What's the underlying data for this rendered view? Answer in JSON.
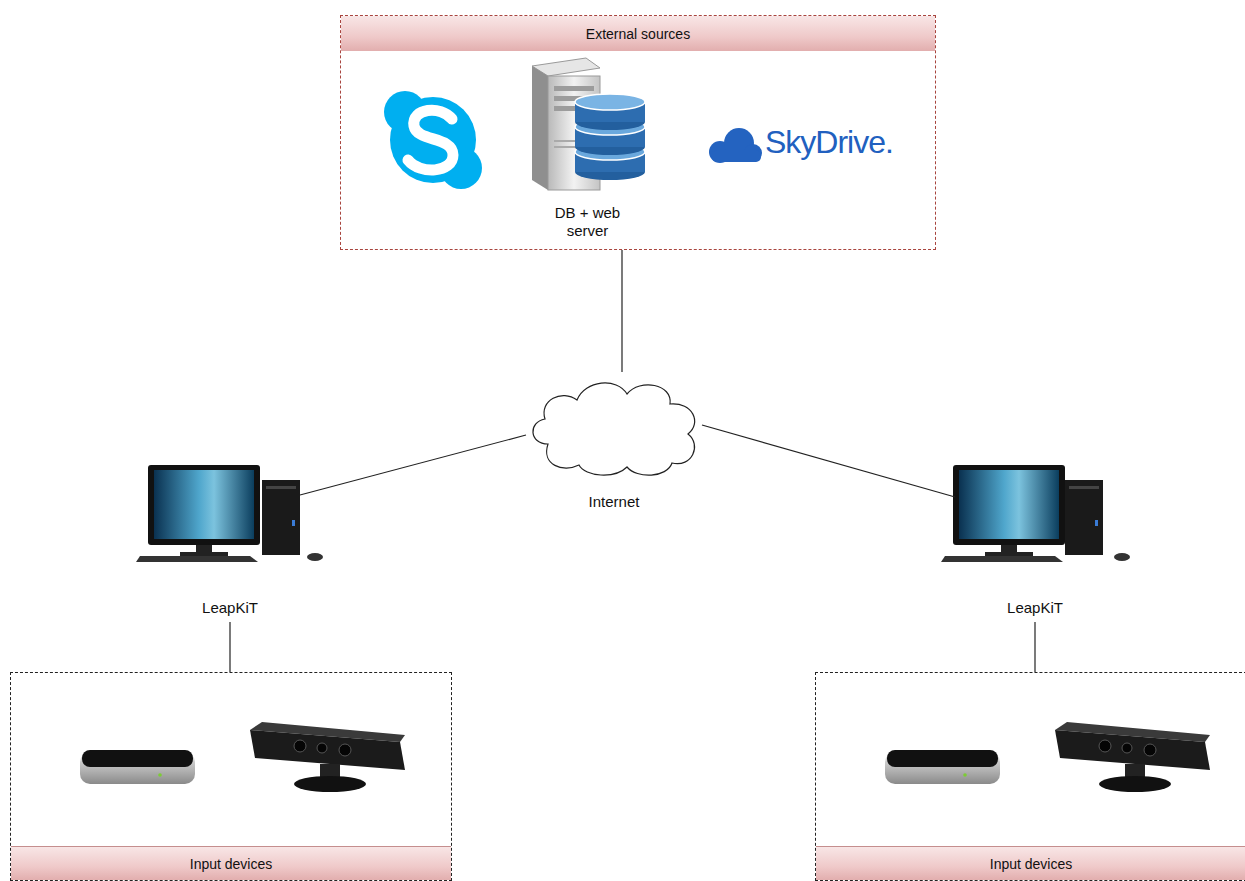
{
  "diagram": {
    "nodes": [
      {
        "text": [
          "External sources"
        ]
      },
      {
        "text": [
          "DB + web server"
        ],
        "in": 0
      },
      {
        "text": [
          "Internet"
        ]
      },
      {
        "text": [
          "LeapKiT"
        ]
      },
      {
        "text": [
          "LeapKiT"
        ]
      },
      {
        "text": [
          "Input devices"
        ]
      },
      {
        "text": [
          "Input devices"
        ]
      }
    ],
    "edges": [
      {
        "from": 0,
        "to": 2,
        "arrow": "none"
      },
      {
        "from": 2,
        "to": 3,
        "arrow": "none"
      },
      {
        "from": 2,
        "to": 4,
        "arrow": "none"
      },
      {
        "from": 3,
        "to": 5,
        "arrow": "none"
      },
      {
        "from": 4,
        "to": 6,
        "arrow": "none"
      }
    ],
    "labels": [
      "SkyDrive."
    ]
  }
}
